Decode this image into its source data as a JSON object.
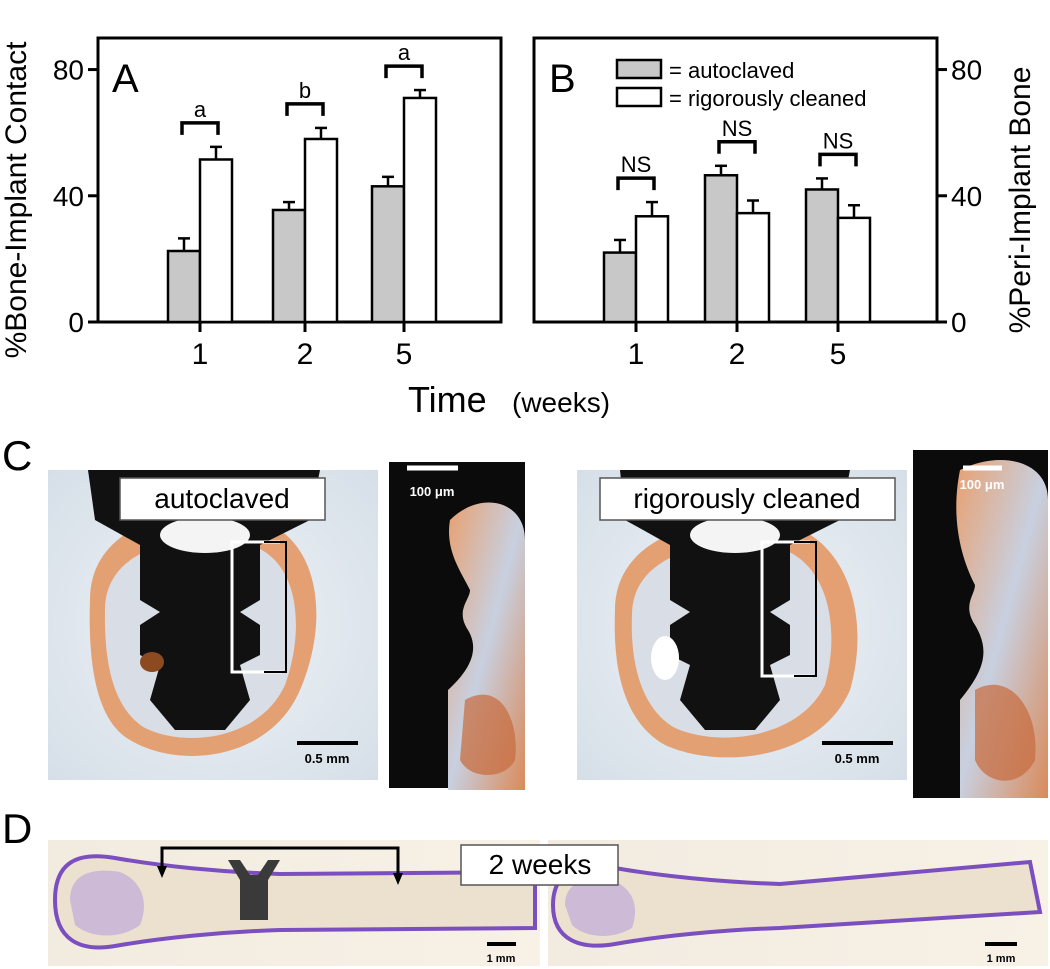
{
  "colors": {
    "autoclaved_fill": "#c8c8c8",
    "cleaned_fill": "#ffffff",
    "tissue_blue": "#dde6ee",
    "bone_orange": "#e49a6c",
    "implant_dark": "#111111",
    "stain_purple": "#8a63c6"
  },
  "chart_data": [
    {
      "panel": "A",
      "type": "bar",
      "categories": [
        "1",
        "2",
        "5"
      ],
      "series": [
        {
          "name": "autoclaved",
          "values": [
            22.5,
            35.5,
            43
          ],
          "errors": [
            4,
            2.5,
            3
          ]
        },
        {
          "name": "rigorously cleaned",
          "values": [
            51.5,
            58,
            71
          ],
          "errors": [
            4,
            3.5,
            2.5
          ]
        }
      ],
      "significance": [
        "a",
        "b",
        "a"
      ],
      "ylabel": "%Bone-Implant Contact",
      "yticks": [
        0,
        40,
        80
      ],
      "ylim": [
        0,
        90
      ],
      "xlabel": "Time",
      "xlabel_unit": "(weeks)",
      "grid": false
    },
    {
      "panel": "B",
      "type": "bar",
      "categories": [
        "1",
        "2",
        "5"
      ],
      "series": [
        {
          "name": "autoclaved",
          "values": [
            22,
            46.5,
            42
          ],
          "errors": [
            4,
            3,
            3.5
          ]
        },
        {
          "name": "rigorously cleaned",
          "values": [
            33.5,
            34.5,
            33
          ],
          "errors": [
            4.5,
            4,
            4
          ]
        }
      ],
      "significance": [
        "NS",
        "NS",
        "NS"
      ],
      "ylabel": "%Peri-Implant Bone",
      "yticks": [
        0,
        40,
        80
      ],
      "ylim": [
        0,
        90
      ],
      "legend": {
        "placement": "top-right",
        "entries": [
          "= autoclaved",
          "= rigorously cleaned"
        ]
      },
      "grid": false
    }
  ],
  "panel_c": {
    "letter": "C",
    "left_label": "autoclaved",
    "right_label": "rigorously cleaned",
    "scale_main": "0.5 mm",
    "scale_inset": "100 μm"
  },
  "panel_d": {
    "letter": "D",
    "label": "2 weeks",
    "scale": "1 mm"
  }
}
